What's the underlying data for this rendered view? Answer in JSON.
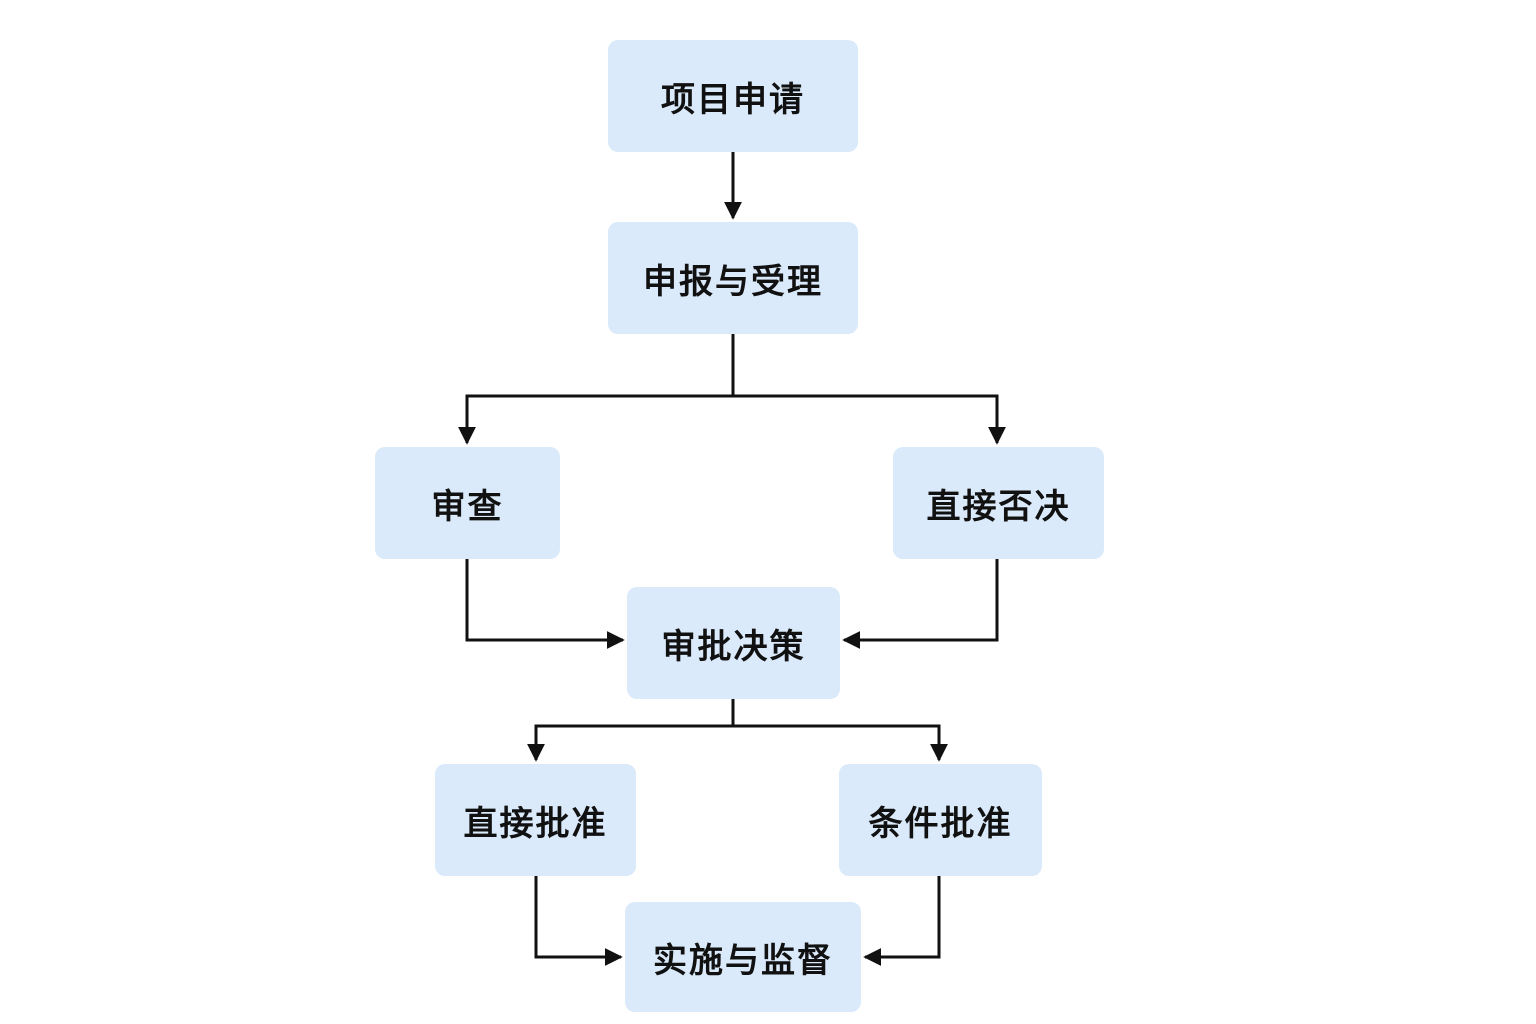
{
  "diagram": {
    "nodes": {
      "project_application": "项目申请",
      "submission_acceptance": "申报与受理",
      "review": "审查",
      "direct_rejection": "直接否决",
      "approval_decision": "审批决策",
      "direct_approval": "直接批准",
      "conditional_approval": "条件批准",
      "implementation_supervision": "实施与监督"
    },
    "colors": {
      "node_fill": "#daeafa",
      "connector": "#111111",
      "text": "#111111"
    }
  }
}
